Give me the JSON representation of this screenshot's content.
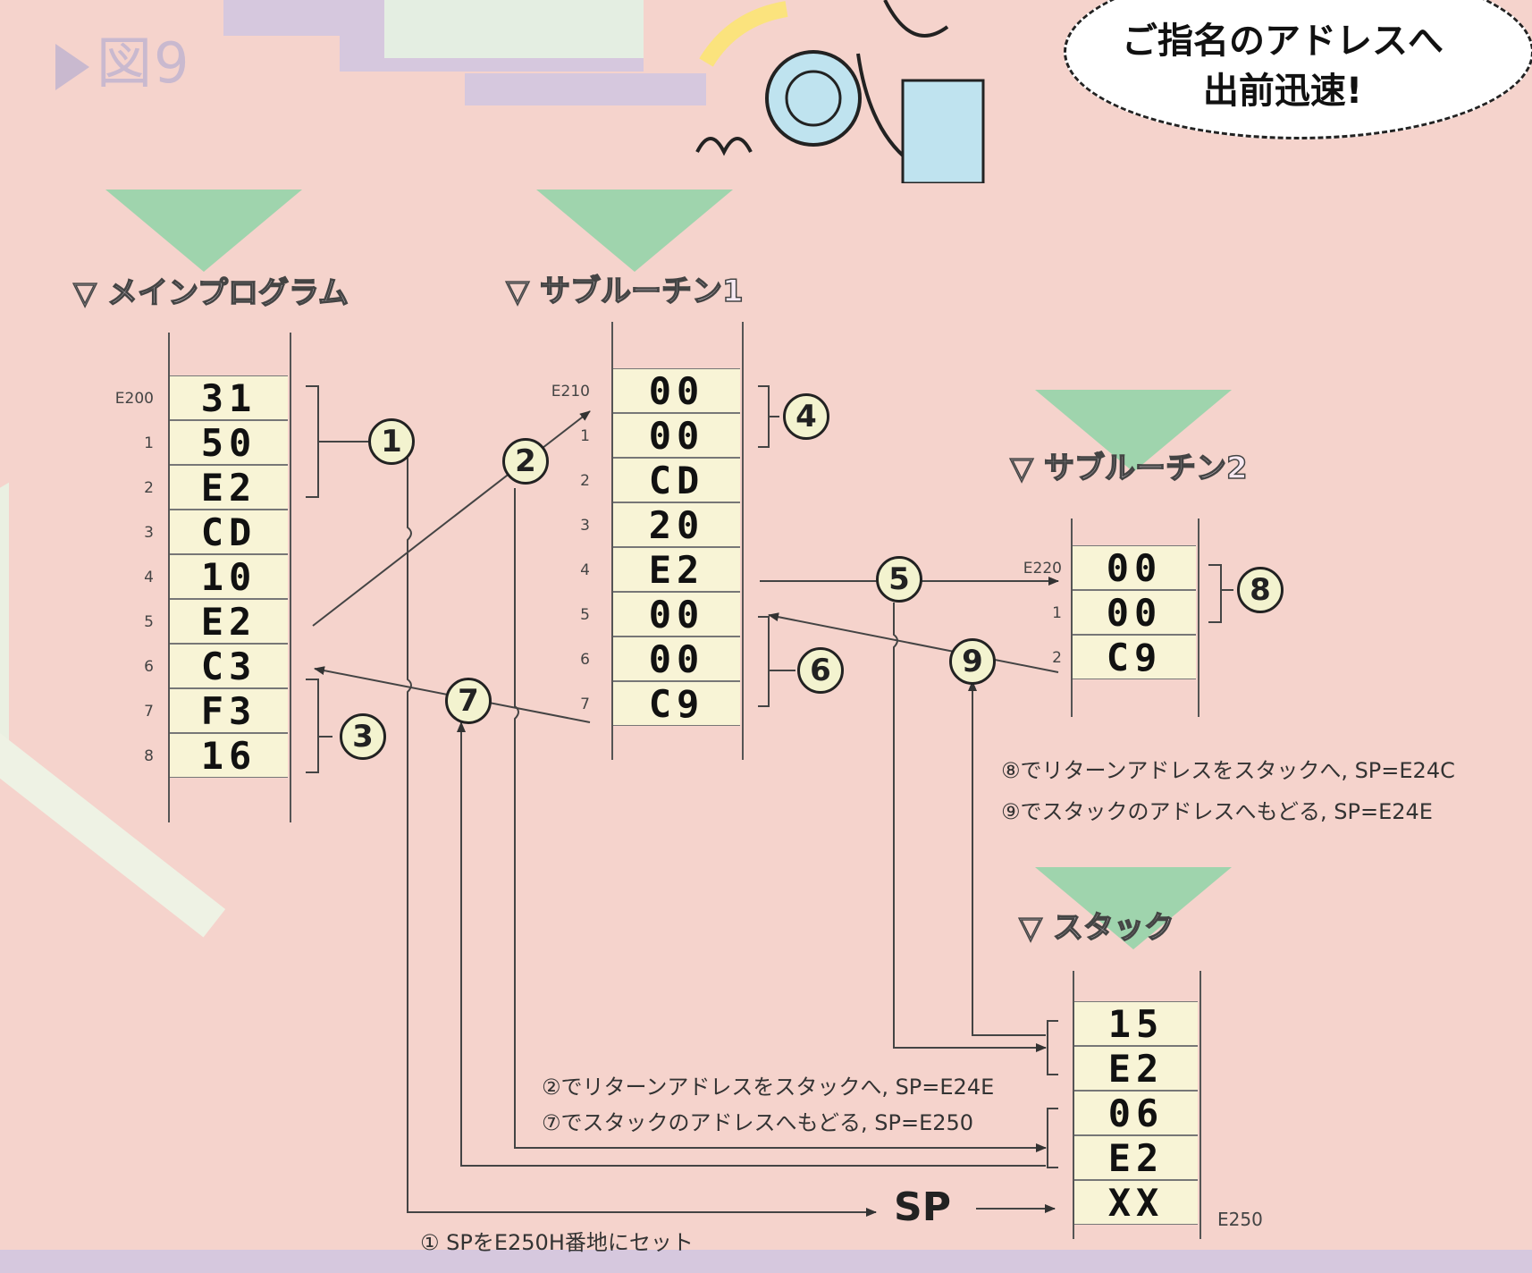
{
  "figure_label": "図9",
  "speech_bubble": {
    "line1": "ご指名のアドレスへ",
    "line2": "出前迅速!"
  },
  "sections": {
    "main_program": {
      "title": "メインプログラム"
    },
    "subroutine1": {
      "title": "サブルーチン1"
    },
    "subroutine2": {
      "title": "サブルーチン2"
    },
    "stack": {
      "title": "スタック"
    }
  },
  "memory": {
    "main_program": {
      "addresses": [
        "E200",
        "1",
        "2",
        "3",
        "4",
        "5",
        "6",
        "7",
        "8"
      ],
      "values": [
        "31",
        "50",
        "E2",
        "CD",
        "10",
        "E2",
        "C3",
        "F3",
        "16"
      ]
    },
    "subroutine1": {
      "addresses": [
        "E210",
        "1",
        "2",
        "3",
        "4",
        "5",
        "6",
        "7"
      ],
      "values": [
        "00",
        "00",
        "CD",
        "20",
        "E2",
        "00",
        "00",
        "C9"
      ]
    },
    "subroutine2": {
      "addresses": [
        "E220",
        "1",
        "2"
      ],
      "values": [
        "00",
        "00",
        "C9"
      ]
    },
    "stack": {
      "values": [
        "15",
        "E2",
        "06",
        "E2",
        "XX"
      ],
      "bottom_address": "E250"
    }
  },
  "step_markers": [
    "1",
    "2",
    "3",
    "4",
    "5",
    "6",
    "7",
    "8",
    "9"
  ],
  "sp_label": "SP",
  "notes": {
    "n8": "⑧でリターンアドレスをスタックへ, SP=E24C",
    "n9": "⑨でスタックのアドレスへもどる, SP=E24E",
    "n2": "②でリターンアドレスをスタックへ, SP=E24E",
    "n7": "⑦でスタックのアドレスへもどる, SP=E250",
    "n1": "① SPをE250H番地にセット"
  },
  "colors": {
    "background": "#f5d3cc",
    "memory_cell": "#f8f4d6",
    "marker_fill": "#f3f3cf",
    "header_triangle": "#9fd4ad"
  }
}
